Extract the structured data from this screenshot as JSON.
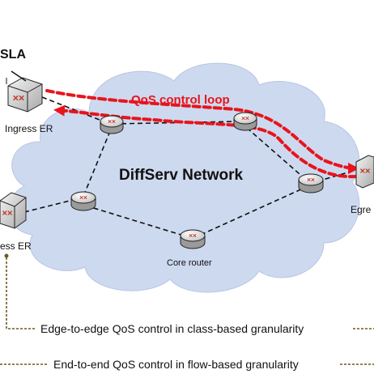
{
  "labels": {
    "sla": "SLA",
    "qos_loop": "QoS control loop",
    "network": "DiffServ Network",
    "ingress_top": "Ingress ER",
    "ingress_left": "ess ER",
    "egress": "Egre",
    "core_router": "Core router",
    "edge_to_edge": "Edge-to-edge QoS control in class-based granularity",
    "end_to_end": "End-to-end QoS control in flow-based granularity"
  },
  "colors": {
    "cloud": "#cdd9ef",
    "loop": "#e8141b",
    "bracket": "#6b5a1e",
    "router_icon": "#c0392b"
  }
}
